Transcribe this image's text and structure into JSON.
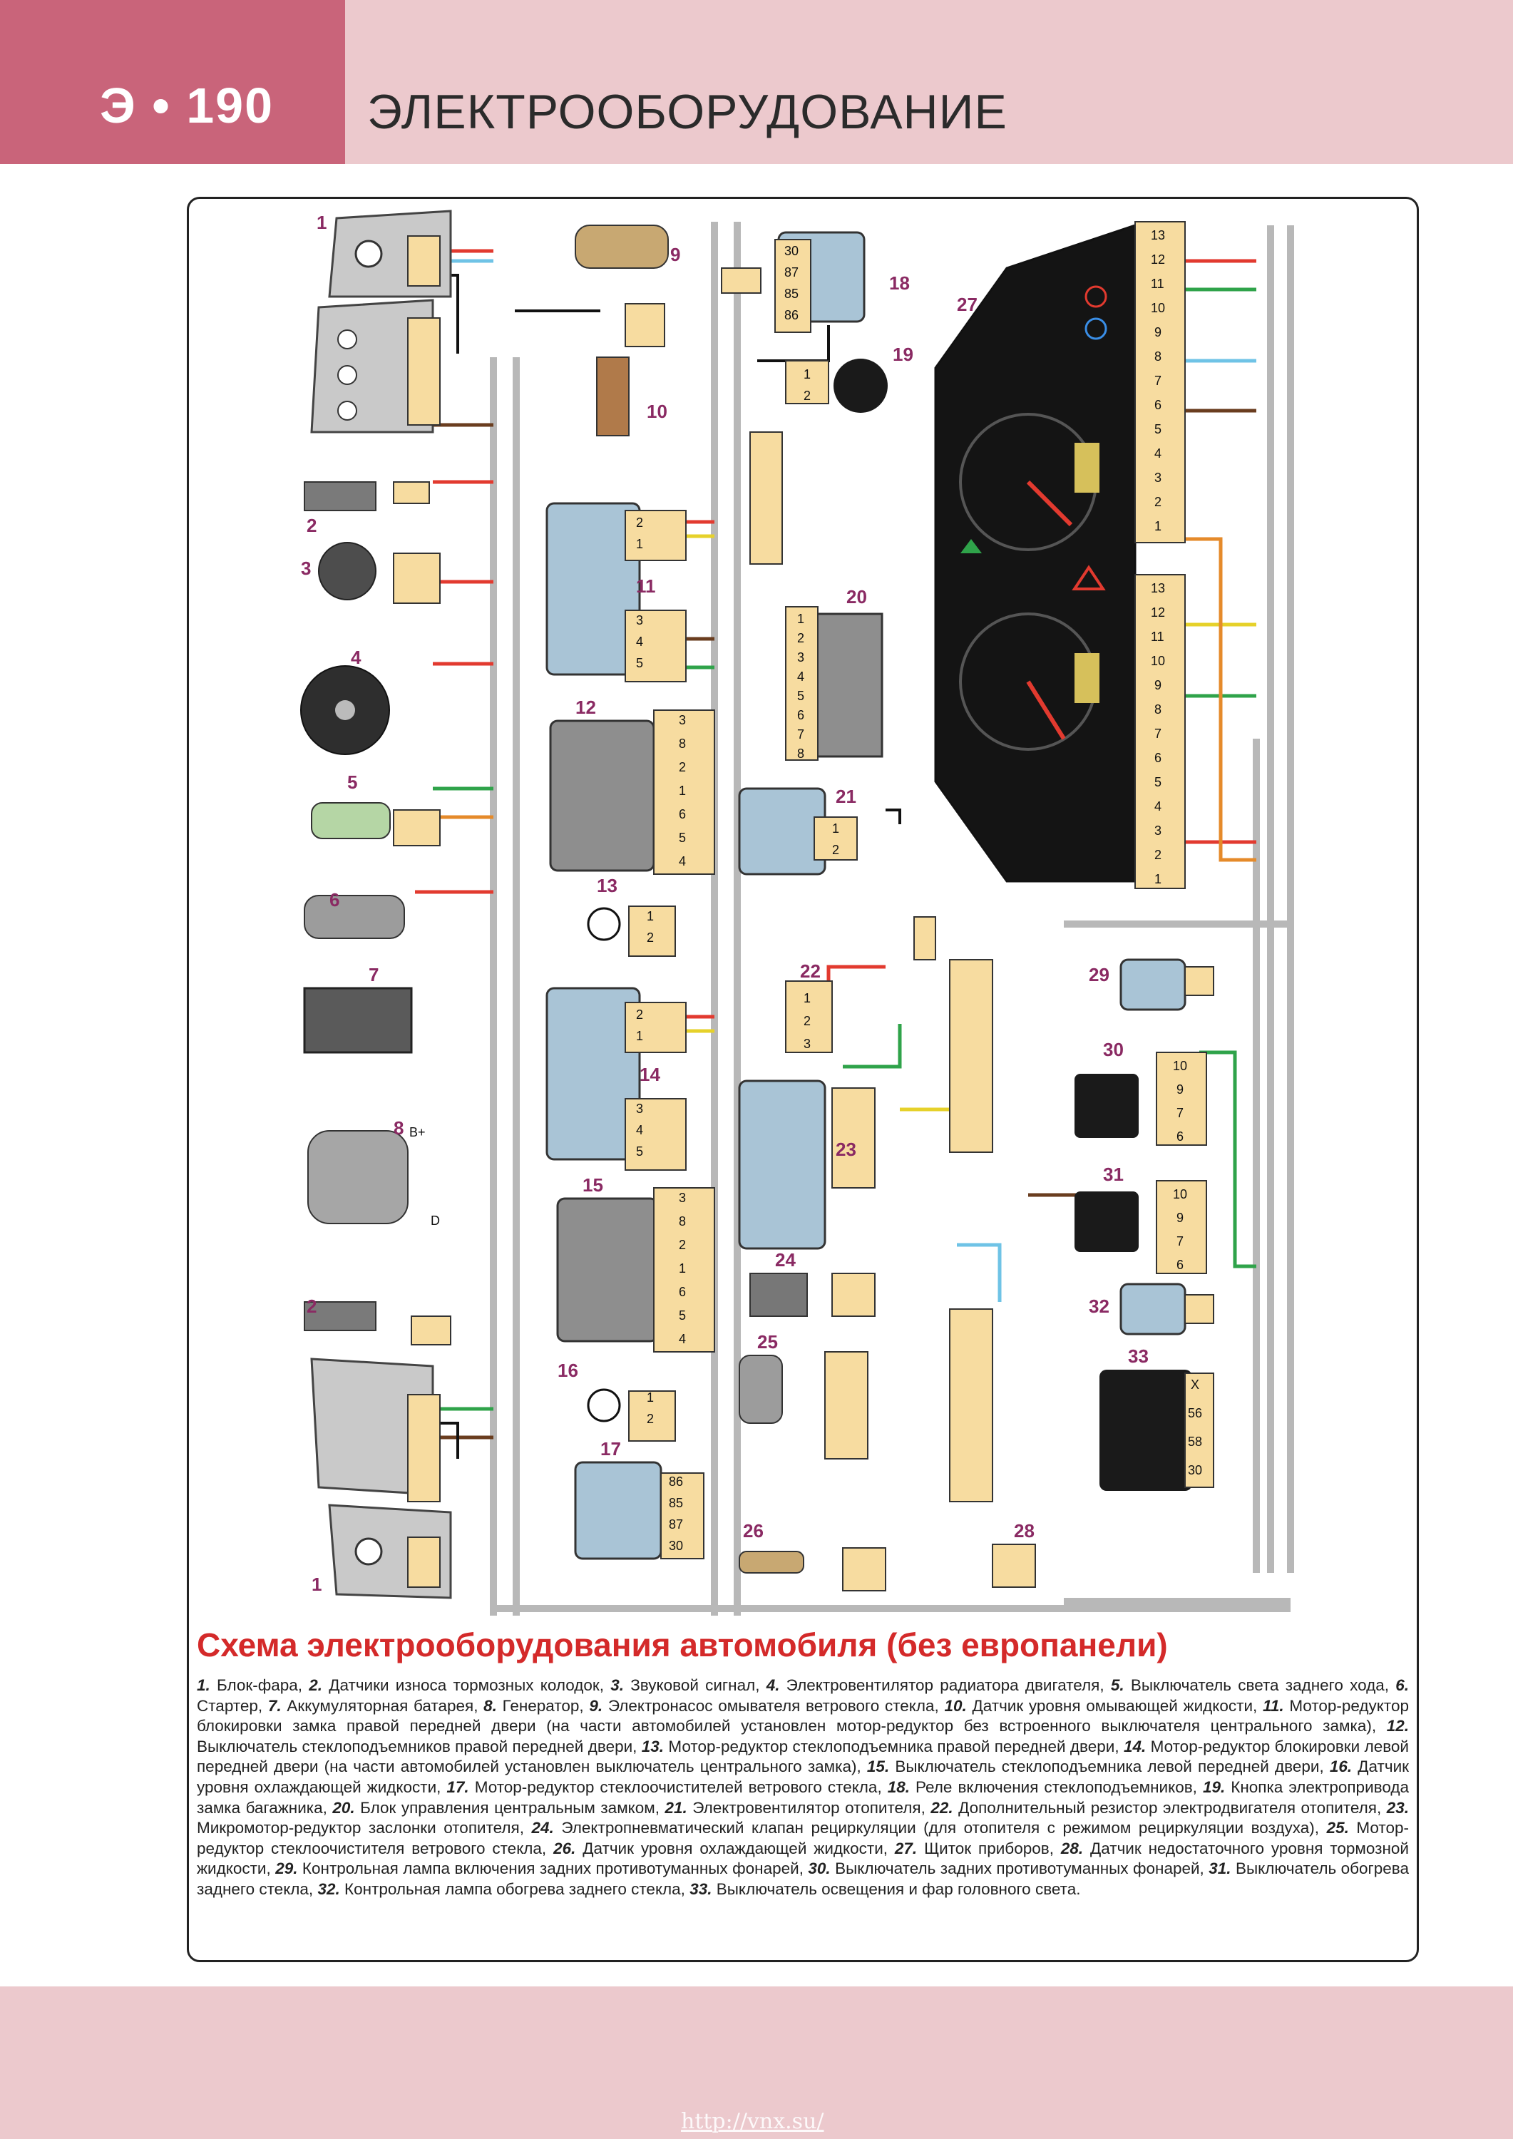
{
  "header": {
    "page_number": "Э • 190",
    "section_title": "ЭЛЕКТРООБОРУДОВАНИЕ"
  },
  "diagram": {
    "title": "Схема электрооборудования автомобиля (без европанели)",
    "component_numbers": [
      "1",
      "2",
      "3",
      "4",
      "5",
      "6",
      "7",
      "8",
      "9",
      "10",
      "11",
      "12",
      "13",
      "14",
      "15",
      "16",
      "17",
      "18",
      "19",
      "20",
      "21",
      "22",
      "23",
      "24",
      "25",
      "26",
      "27",
      "28",
      "29",
      "30",
      "31",
      "32",
      "33"
    ],
    "generator_terminals": [
      "B+",
      "D"
    ],
    "relay_pins": [
      "30",
      "87",
      "85",
      "86"
    ],
    "relay17_pins": [
      "86",
      "85",
      "87",
      "30"
    ],
    "cluster_pins": [
      "13",
      "12",
      "11",
      "10",
      "9",
      "8",
      "7",
      "6",
      "5",
      "4",
      "3",
      "2",
      "1"
    ],
    "switch33_pins": [
      "X",
      "56",
      "58",
      "30"
    ],
    "switch30_pins": [
      "10",
      "9",
      "7",
      "6"
    ],
    "controller20_pins": [
      "1",
      "2",
      "3",
      "4",
      "5",
      "6",
      "7",
      "8"
    ],
    "switch12_pins": [
      "3",
      "8",
      "2",
      "1",
      "6",
      "5",
      "4"
    ],
    "motor11_pins": [
      "2",
      "1",
      "3",
      "4",
      "5"
    ],
    "pin12": [
      "1",
      "2"
    ],
    "pin123": [
      "1",
      "2",
      "3"
    ]
  },
  "legend": [
    {
      "n": "1.",
      "t": " Блок-фара, "
    },
    {
      "n": "2.",
      "t": " Датчики износа тормозных колодок, "
    },
    {
      "n": "3.",
      "t": " Звуковой сигнал, "
    },
    {
      "n": "4.",
      "t": " Электровентилятор радиатора двигателя, "
    },
    {
      "n": "5.",
      "t": " Выключатель света заднего хода, "
    },
    {
      "n": "6.",
      "t": " Стартер, "
    },
    {
      "n": "7.",
      "t": " Аккумуляторная батарея, "
    },
    {
      "n": "8.",
      "t": " Генератор, "
    },
    {
      "n": "9.",
      "t": " Электронасос омывателя ветрового стекла, "
    },
    {
      "n": "10.",
      "t": " Датчик уровня омывающей жидкости, "
    },
    {
      "n": "11.",
      "t": " Мотор-редуктор блокировки замка правой передней двери (на части автомобилей установлен мотор-редуктор без встроенного выключателя центрального замка), "
    },
    {
      "n": "12.",
      "t": " Выключатель стеклоподъемников правой передней двери, "
    },
    {
      "n": "13.",
      "t": " Мотор-редуктор стеклоподъемника правой передней двери, "
    },
    {
      "n": "14.",
      "t": " Мотор-редуктор блокировки левой передней двери (на части автомобилей установлен выключатель центрального замка), "
    },
    {
      "n": "15.",
      "t": " Выключатель стеклоподъемника левой передней двери, "
    },
    {
      "n": "16.",
      "t": " Датчик уровня охлаждающей жидкости, "
    },
    {
      "n": "17.",
      "t": " Мотор-редуктор стеклоочистителей ветрового стекла, "
    },
    {
      "n": "18.",
      "t": " Реле включения стеклоподъемников, "
    },
    {
      "n": "19.",
      "t": " Кнопка электропривода замка багажника, "
    },
    {
      "n": "20.",
      "t": " Блок управления центральным замком, "
    },
    {
      "n": "21.",
      "t": " Электровентилятор отопителя, "
    },
    {
      "n": "22.",
      "t": " Дополнительный резистор электродвигателя отопителя, "
    },
    {
      "n": "23.",
      "t": " Микромотор-редуктор заслонки отопителя, "
    },
    {
      "n": "24.",
      "t": " Электропневматический клапан рециркуляции (для отопителя с режимом рециркуляции воздуха), "
    },
    {
      "n": "25.",
      "t": " Мотор-редуктор стеклоочистителя ветрового стекла, "
    },
    {
      "n": "26.",
      "t": " Датчик уровня охлаждающей жидкости, "
    },
    {
      "n": "27.",
      "t": " Щиток приборов, "
    },
    {
      "n": "28.",
      "t": " Датчик недостаточного уровня тормозной жидкости, "
    },
    {
      "n": "29.",
      "t": " Контрольная лампа включения задних противотуманных фонарей, "
    },
    {
      "n": "30.",
      "t": " Выключатель задних противотуманных фонарей, "
    },
    {
      "n": "31.",
      "t": " Выключатель обогрева заднего стекла, "
    },
    {
      "n": "32.",
      "t": " Контрольная лампа обогрева заднего стекла, "
    },
    {
      "n": "33.",
      "t": " Выключатель освещения и фар головного света."
    }
  ],
  "footer": {
    "site_url": "http://vnx.su/"
  },
  "colors": {
    "header_dark": "#c9647a",
    "header_light": "#ecc9cd",
    "title_red": "#d42a2a",
    "label_purple": "#8a2a63",
    "connector_fill": "#f7dca0",
    "component_blue": "#a9c4d6",
    "component_gray": "#8e8e8e",
    "cluster_black": "#141414"
  }
}
